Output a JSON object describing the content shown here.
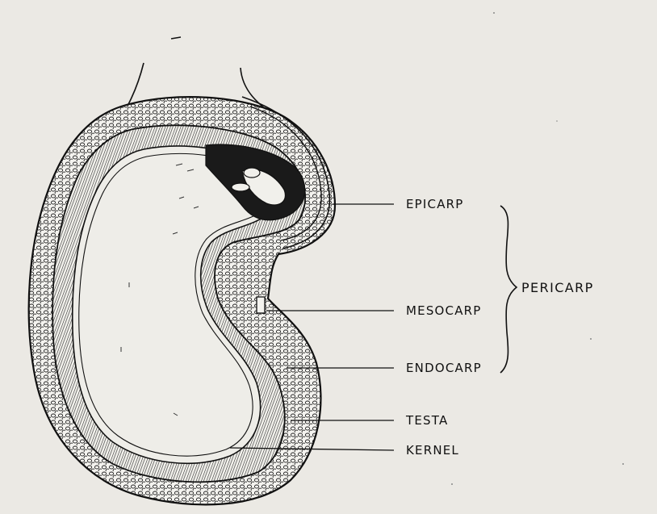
{
  "labels": {
    "epicarp": "EPICARP",
    "mesocarp": "MESOCARP",
    "endocarp": "ENDOCARP",
    "testa": "TESTA",
    "kernel": "KERNEL",
    "pericarp": "PERICARP"
  },
  "colors": {
    "paper": "#ebe9e4",
    "ink": "#111111"
  }
}
